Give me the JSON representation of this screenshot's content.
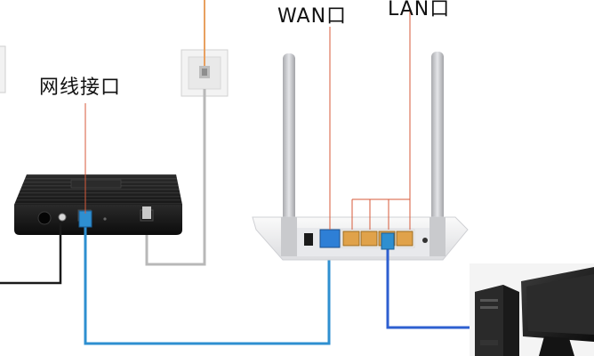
{
  "labels": {
    "network_port": "网线接口",
    "wan_port": "WAN口",
    "lan_port": "LAN口"
  },
  "colors": {
    "cable_blue": "#2e8fd0",
    "cable_orange": "#e8a060",
    "leader_line": "#d75a3a",
    "modem_body": "#1d1d1d",
    "router_body": "#f0f0f2",
    "antenna": "#c8c9cd",
    "lan_port_fill": "#e0a24a",
    "wan_port_fill": "#2e7fd6",
    "phone_cable": "#b8b8b8"
  },
  "devices": [
    "modem",
    "wall-jack",
    "router",
    "computer"
  ]
}
